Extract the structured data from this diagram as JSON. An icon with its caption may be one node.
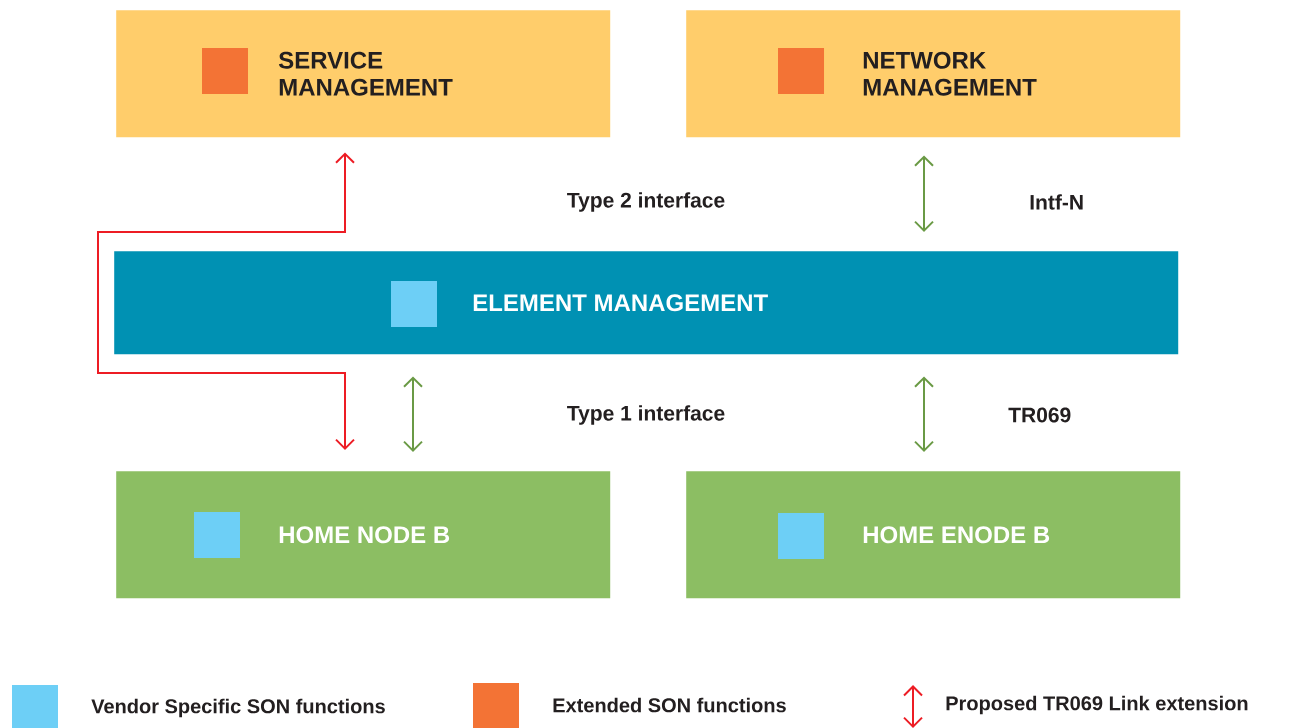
{
  "diagram": {
    "nodes": [
      {
        "text": [
          "SERVICE MANAGEMENT"
        ]
      },
      {
        "text": [
          "NETWORK MANAGEMENT"
        ]
      },
      {
        "text": [
          "ELEMENT MANAGEMENT"
        ]
      },
      {
        "text": [
          "HOME NODE B"
        ]
      },
      {
        "text": [
          "HOME ENODE B"
        ]
      }
    ],
    "edges": [
      {
        "from": 0,
        "to": 3,
        "arrow": "both",
        "color": "#ed1c24"
      },
      {
        "from": 1,
        "to": 2,
        "arrow": "both"
      },
      {
        "from": 2,
        "to": 3,
        "arrow": "both"
      },
      {
        "from": 2,
        "to": 4,
        "arrow": "both"
      }
    ],
    "labels": [
      "Type 2 interface",
      "Intf-N",
      "Type 1 interface",
      "TR069"
    ],
    "legend": [
      {
        "text": "Vendor Specific SON functions",
        "color": "#6dcff6"
      },
      {
        "text": "Extended SON functions",
        "color": "#f37335"
      },
      {
        "text": "Proposed TR069 Link extension"
      }
    ]
  }
}
